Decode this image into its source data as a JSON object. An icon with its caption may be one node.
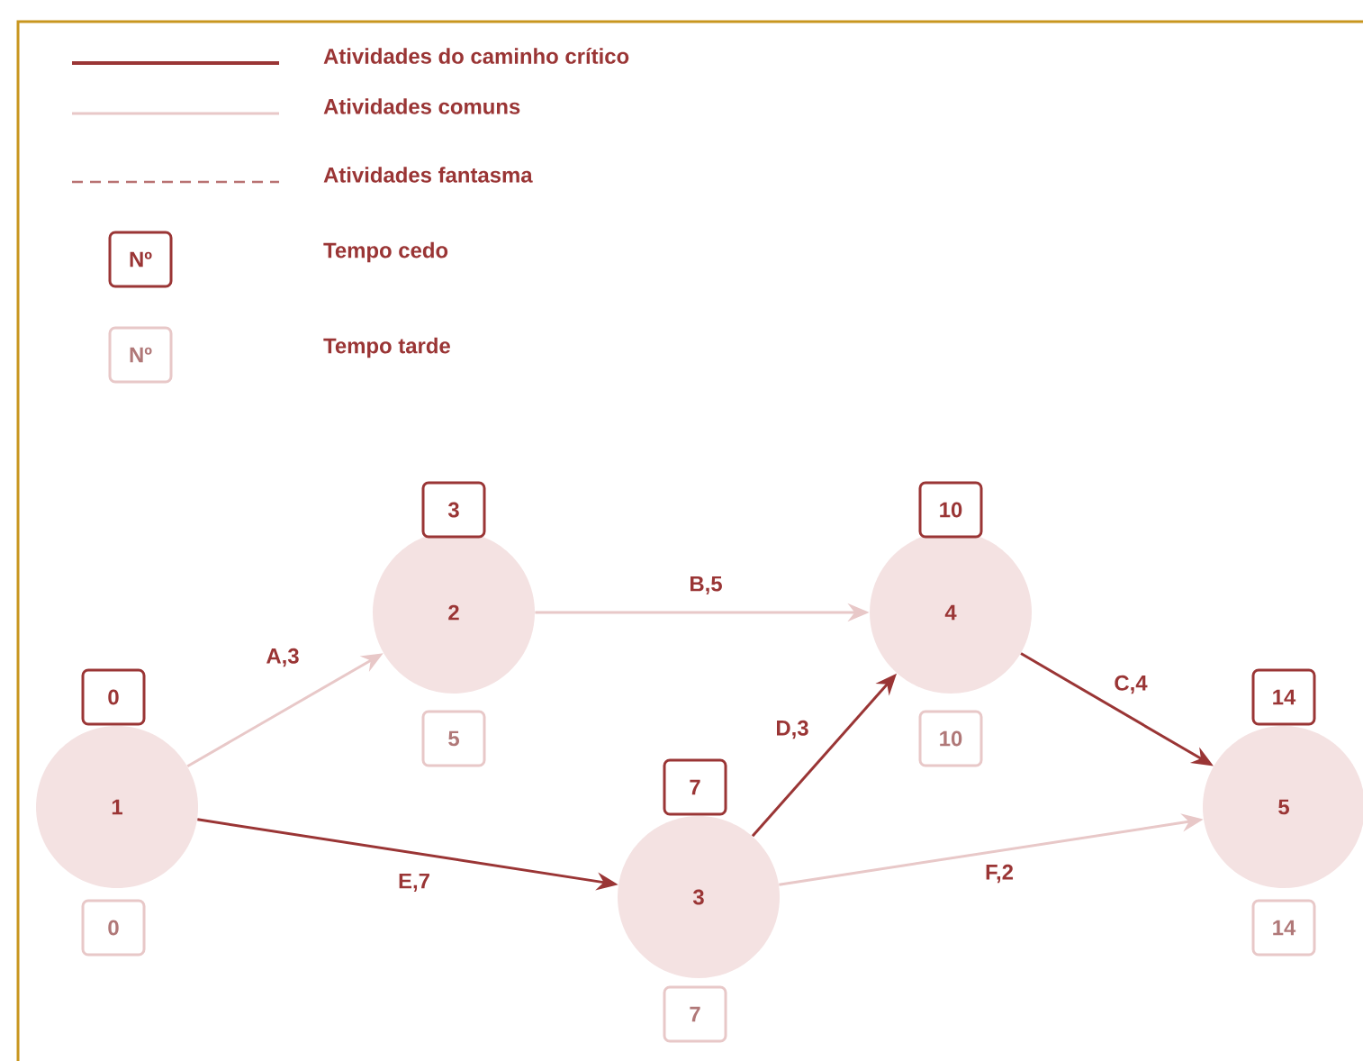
{
  "diagram": {
    "nodes": [
      {
        "text": [
          "1"
        ]
      },
      {
        "text": [
          "2"
        ]
      },
      {
        "text": [
          "3"
        ]
      },
      {
        "text": [
          "4"
        ]
      },
      {
        "text": [
          "5"
        ]
      },
      {
        "text": [
          "0"
        ]
      },
      {
        "text": [
          "3"
        ]
      },
      {
        "text": [
          "7"
        ]
      },
      {
        "text": [
          "10"
        ]
      },
      {
        "text": [
          "14"
        ]
      },
      {
        "text": [
          "0"
        ]
      },
      {
        "text": [
          "5"
        ]
      },
      {
        "text": [
          "7"
        ]
      },
      {
        "text": [
          "10"
        ]
      },
      {
        "text": [
          "14"
        ]
      }
    ],
    "edges": [
      {
        "from": 0,
        "to": 1,
        "arrow": "to",
        "label": "A,3"
      },
      {
        "from": 1,
        "to": 3,
        "arrow": "to",
        "label": "B,5"
      },
      {
        "from": 0,
        "to": 2,
        "arrow": "to",
        "label": "E,7",
        "color": "#9a3535"
      },
      {
        "from": 2,
        "to": 3,
        "arrow": "to",
        "label": "D,3",
        "color": "#9a3535"
      },
      {
        "from": 3,
        "to": 4,
        "arrow": "to",
        "label": "C,4",
        "color": "#9a3535"
      },
      {
        "from": 2,
        "to": 4,
        "arrow": "to",
        "label": "F,2"
      }
    ],
    "labels": [
      "Nº",
      "Nº"
    ],
    "legend": [
      {
        "text": "Atividades do caminho crítico"
      },
      {
        "text": "Atividades comuns"
      },
      {
        "text": "Atividades fantasma"
      },
      {
        "text": "Tempo cedo"
      },
      {
        "text": "Tempo tarde"
      }
    ]
  }
}
